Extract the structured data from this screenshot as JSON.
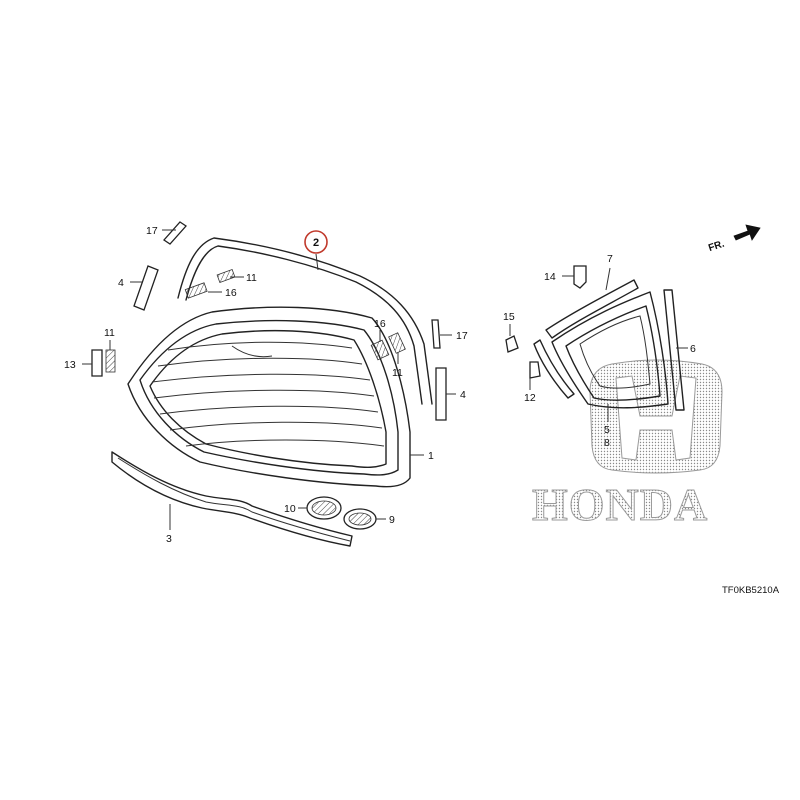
{
  "diagram_code": "TF0KB5210A",
  "direction_label": "FR.",
  "brand_text": "HONDA",
  "highlight_color": "#c0392b",
  "callouts": [
    {
      "id": "c-2",
      "text": "2",
      "highlight": true
    },
    {
      "id": "c-17a",
      "text": "17"
    },
    {
      "id": "c-4a",
      "text": "4"
    },
    {
      "id": "c-11a",
      "text": "11"
    },
    {
      "id": "c-16a",
      "text": "16"
    },
    {
      "id": "c-11b",
      "text": "11"
    },
    {
      "id": "c-13",
      "text": "13"
    },
    {
      "id": "c-16b",
      "text": "16"
    },
    {
      "id": "c-11c",
      "text": "11"
    },
    {
      "id": "c-17b",
      "text": "17"
    },
    {
      "id": "c-4b",
      "text": "4"
    },
    {
      "id": "c-1",
      "text": "1"
    },
    {
      "id": "c-3",
      "text": "3"
    },
    {
      "id": "c-10",
      "text": "10"
    },
    {
      "id": "c-9",
      "text": "9"
    },
    {
      "id": "c-14",
      "text": "14"
    },
    {
      "id": "c-7",
      "text": "7"
    },
    {
      "id": "c-15",
      "text": "15"
    },
    {
      "id": "c-6",
      "text": "6"
    },
    {
      "id": "c-12",
      "text": "12"
    },
    {
      "id": "c-5",
      "text": "5"
    },
    {
      "id": "c-8",
      "text": "8"
    }
  ]
}
